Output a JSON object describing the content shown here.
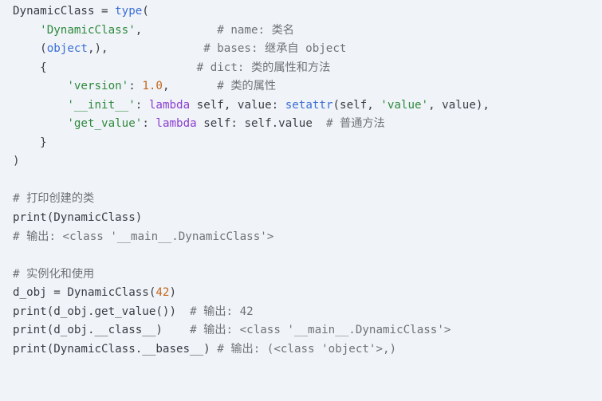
{
  "code": {
    "language": "python",
    "lines": [
      [
        {
          "t": "plain",
          "v": "DynamicClass = "
        },
        {
          "t": "fn",
          "v": "type"
        },
        {
          "t": "plain",
          "v": "("
        }
      ],
      [
        {
          "t": "plain",
          "v": "    "
        },
        {
          "t": "str",
          "v": "'DynamicClass'"
        },
        {
          "t": "plain",
          "v": ",           "
        },
        {
          "t": "cmt",
          "v": "# name: 类名"
        }
      ],
      [
        {
          "t": "plain",
          "v": "    ("
        },
        {
          "t": "fn",
          "v": "object"
        },
        {
          "t": "plain",
          "v": ",),              "
        },
        {
          "t": "cmt",
          "v": "# bases: 继承自 object"
        }
      ],
      [
        {
          "t": "plain",
          "v": "    {                      "
        },
        {
          "t": "cmt",
          "v": "# dict: 类的属性和方法"
        }
      ],
      [
        {
          "t": "plain",
          "v": "        "
        },
        {
          "t": "str",
          "v": "'version'"
        },
        {
          "t": "plain",
          "v": ": "
        },
        {
          "t": "num",
          "v": "1.0"
        },
        {
          "t": "plain",
          "v": ",       "
        },
        {
          "t": "cmt",
          "v": "# 类的属性"
        }
      ],
      [
        {
          "t": "plain",
          "v": "        "
        },
        {
          "t": "str",
          "v": "'__init__'"
        },
        {
          "t": "plain",
          "v": ": "
        },
        {
          "t": "kw",
          "v": "lambda"
        },
        {
          "t": "plain",
          "v": " self, value: "
        },
        {
          "t": "fn",
          "v": "setattr"
        },
        {
          "t": "plain",
          "v": "(self, "
        },
        {
          "t": "str",
          "v": "'value'"
        },
        {
          "t": "plain",
          "v": ", value),"
        }
      ],
      [
        {
          "t": "plain",
          "v": "        "
        },
        {
          "t": "str",
          "v": "'get_value'"
        },
        {
          "t": "plain",
          "v": ": "
        },
        {
          "t": "kw",
          "v": "lambda"
        },
        {
          "t": "plain",
          "v": " self: self.value  "
        },
        {
          "t": "cmt",
          "v": "# 普通方法"
        }
      ],
      [
        {
          "t": "plain",
          "v": "    }"
        }
      ],
      [
        {
          "t": "plain",
          "v": ")"
        }
      ],
      [
        {
          "t": "plain",
          "v": ""
        }
      ],
      [
        {
          "t": "cmt",
          "v": "# 打印创建的类"
        }
      ],
      [
        {
          "t": "plain",
          "v": "print(DynamicClass)"
        }
      ],
      [
        {
          "t": "cmt",
          "v": "# 输出: <class '__main__.DynamicClass'>"
        }
      ],
      [
        {
          "t": "plain",
          "v": ""
        }
      ],
      [
        {
          "t": "cmt",
          "v": "# 实例化和使用"
        }
      ],
      [
        {
          "t": "plain",
          "v": "d_obj = DynamicClass("
        },
        {
          "t": "num",
          "v": "42"
        },
        {
          "t": "plain",
          "v": ")"
        }
      ],
      [
        {
          "t": "plain",
          "v": "print(d_obj.get_value())  "
        },
        {
          "t": "cmt",
          "v": "# 输出: 42"
        }
      ],
      [
        {
          "t": "plain",
          "v": "print(d_obj.__class__)    "
        },
        {
          "t": "cmt",
          "v": "# 输出: <class '__main__.DynamicClass'>"
        }
      ],
      [
        {
          "t": "plain",
          "v": "print(DynamicClass.__bases__) "
        },
        {
          "t": "cmt",
          "v": "# 输出: (<class 'object'>,)"
        }
      ]
    ]
  },
  "colors": {
    "background": "#f0f3f8",
    "plain": "#3a3d44",
    "string": "#2f8a3e",
    "keyword": "#8a3fd1",
    "builtin": "#3b6fd6",
    "number": "#c2671b",
    "comment": "#707378"
  }
}
